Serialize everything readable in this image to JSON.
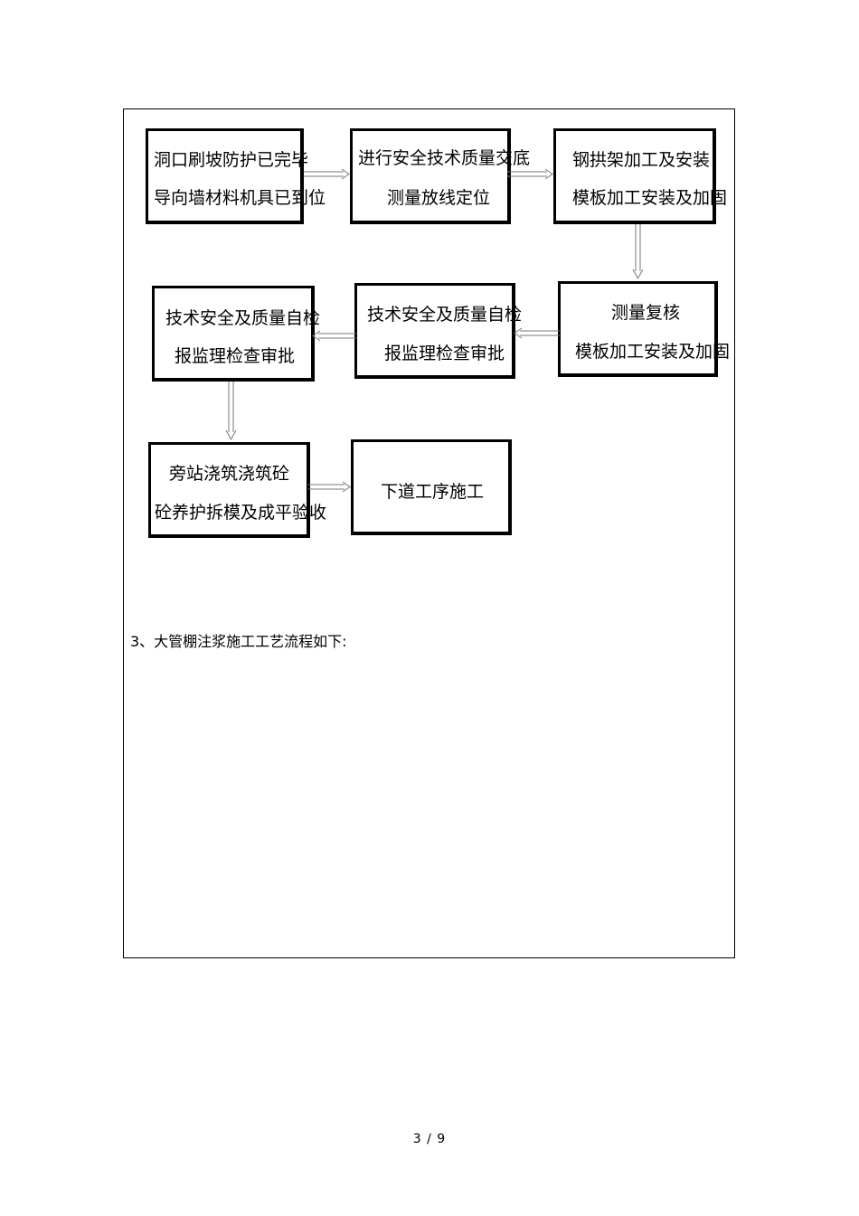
{
  "flowchart": {
    "step1": {
      "line1": "洞口刷坡防护已完毕",
      "line2": "导向墙材料机具已到位"
    },
    "step2": {
      "line1": "进行安全技术质量交底",
      "line2": "测量放线定位"
    },
    "step3": {
      "line1": "钢拱架加工及安装",
      "line2": "模板加工安装及加固"
    },
    "step4": {
      "line1": "测量复核",
      "line2": "模板加工安装及加固"
    },
    "step5": {
      "line1": "技术安全及质量自检",
      "line2": "报监理检查审批"
    },
    "step6": {
      "line1": "技术安全及质量自检",
      "line2": "报监理检查审批"
    },
    "step7": {
      "line1": "旁站浇筑浇筑砼",
      "line2": "砼养护拆模及成平验收"
    },
    "step8": {
      "line1": "下道工序施工"
    }
  },
  "section_heading": "3、大管棚注浆施工工艺流程如下:",
  "page_number": "3 / 9"
}
